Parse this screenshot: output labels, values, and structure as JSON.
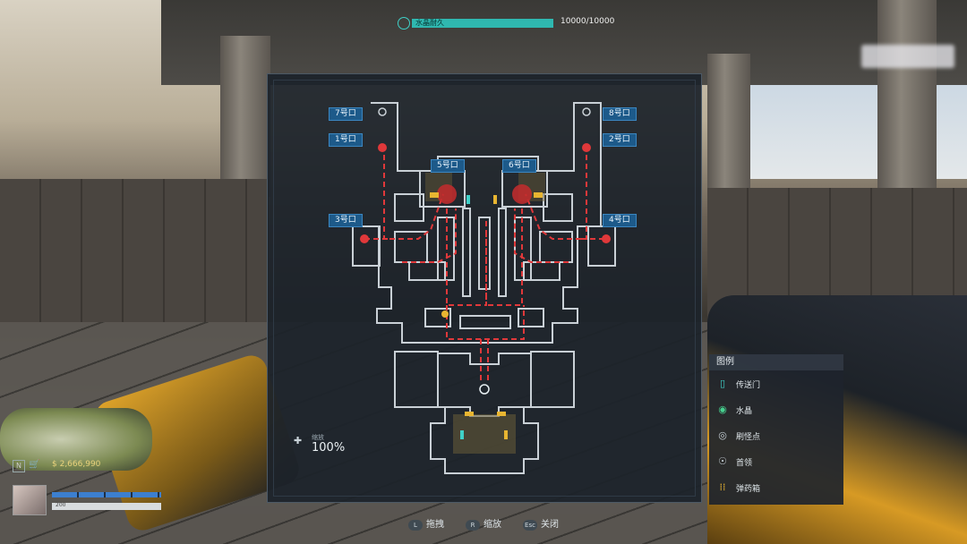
{
  "hud": {
    "crystal_label": "水晶耐久",
    "crystal_value": "10000/10000",
    "crystal_fraction": 1.0,
    "money": "$ 2,666,990",
    "n_badge": "N",
    "hp_text": "200"
  },
  "map": {
    "gates": [
      {
        "label": "7号口"
      },
      {
        "label": "1号口"
      },
      {
        "label": "8号口"
      },
      {
        "label": "2号口"
      },
      {
        "label": "5号口"
      },
      {
        "label": "6号口"
      },
      {
        "label": "3号口"
      },
      {
        "label": "4号口"
      }
    ],
    "zoom_label": "缩放",
    "zoom_value": "100%"
  },
  "legend": {
    "title": "图例",
    "items": [
      {
        "label": "传送门",
        "icon": "portal-icon",
        "color": "#3fd0c7"
      },
      {
        "label": "水晶",
        "icon": "crystal-icon",
        "color": "#46d08f"
      },
      {
        "label": "刷怪点",
        "icon": "spawn-point-icon",
        "color": "#c8d2d8"
      },
      {
        "label": "首领",
        "icon": "boss-icon",
        "color": "#c8d2d8"
      },
      {
        "label": "弹药箱",
        "icon": "ammo-box-icon",
        "color": "#e8b531"
      }
    ]
  },
  "controls": [
    {
      "key": "L",
      "label": "拖拽"
    },
    {
      "key": "R",
      "label": "缩放"
    },
    {
      "key": "Esc",
      "label": "关闭"
    }
  ],
  "colors": {
    "accent_teal": "#2fb8b0",
    "route_red": "#e0383a",
    "gate_blue": "#1d5a8a",
    "ammo_orange": "#e8b531"
  }
}
